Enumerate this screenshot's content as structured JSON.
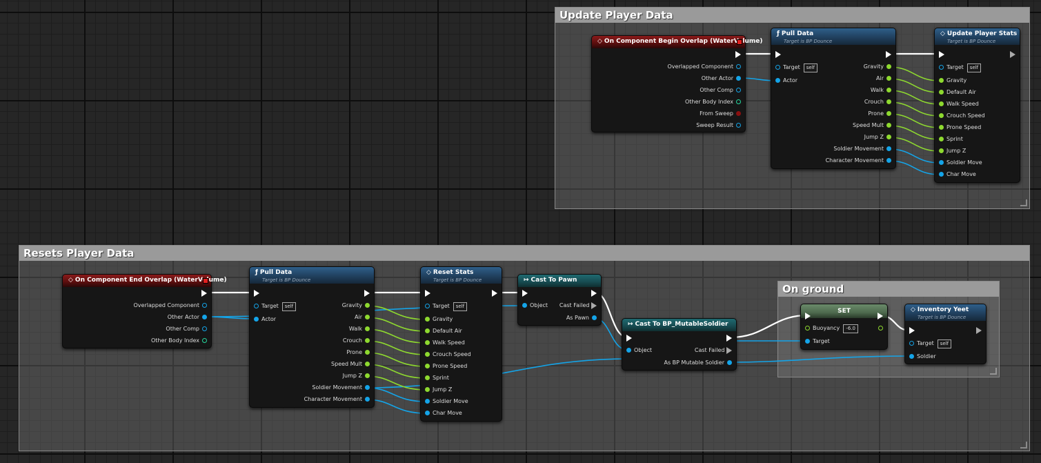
{
  "comments": {
    "update": "Update Player Data",
    "resets": "Resets Player Data",
    "ground": "On ground"
  },
  "pins": {
    "target": "Target",
    "self": "self",
    "actor": "Actor",
    "object": "Object",
    "soldier": "Soldier"
  },
  "begin_overlap": {
    "title": "On Component Begin Overlap (WaterVolume)",
    "outputs": [
      "Overlapped Component",
      "Other Actor",
      "Other Comp",
      "Other Body Index",
      "From Sweep",
      "Sweep Result"
    ]
  },
  "end_overlap": {
    "title": "On Component End Overlap (WaterVolume)",
    "outputs": [
      "Overlapped Component",
      "Other Actor",
      "Other Comp",
      "Other Body Index"
    ]
  },
  "pull_data": {
    "title": "Pull Data",
    "subtitle": "Target is BP Dounce",
    "outputs": [
      "Gravity",
      "Air",
      "Walk",
      "Crouch",
      "Prone",
      "Speed Mult",
      "Jump Z",
      "Soldier Movement",
      "Character Movement"
    ]
  },
  "update_stats": {
    "title": "Update Player Stats",
    "subtitle": "Target is BP Dounce",
    "inputs": [
      "Gravity",
      "Default Air",
      "Walk Speed",
      "Crouch Speed",
      "Prone Speed",
      "Sprint",
      "Jump Z",
      "Soldier Move",
      "Char Move"
    ]
  },
  "reset_stats": {
    "title": "Reset Stats",
    "subtitle": "Target is BP Dounce",
    "inputs": [
      "Gravity",
      "Default Air",
      "Walk Speed",
      "Crouch Speed",
      "Prone Speed",
      "Sprint",
      "Jump Z",
      "Soldier Move",
      "Char Move"
    ]
  },
  "cast_pawn": {
    "title": "Cast To Pawn",
    "cast_failed": "Cast Failed",
    "as_output": "As Pawn"
  },
  "cast_soldier": {
    "title": "Cast To BP_MutableSoldier",
    "cast_failed": "Cast Failed",
    "as_output": "As BP Mutable Soldier"
  },
  "set_node": {
    "title": "SET",
    "variable": "Buoyancy",
    "value": "-6.0"
  },
  "inventory": {
    "title": "Inventory Yeet",
    "subtitle": "Target is BP Dounce"
  }
}
